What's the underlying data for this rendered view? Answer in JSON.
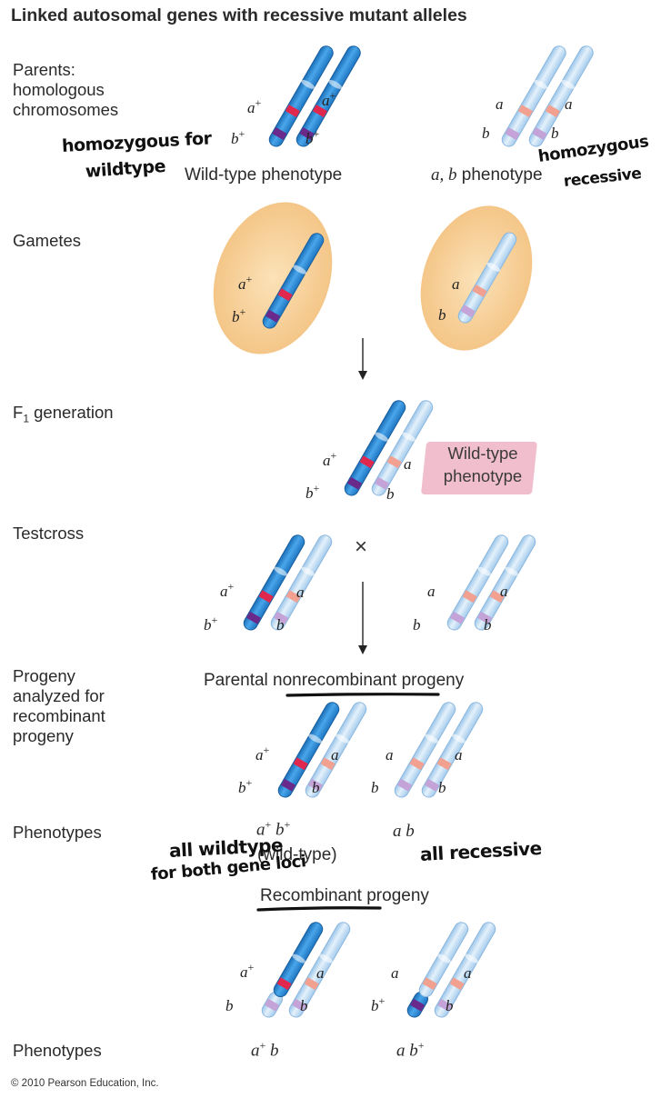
{
  "title": "Linked autosomal genes with recessive mutant alleles",
  "rows": {
    "parents": "Parents:\nhomologous\nchromosomes",
    "gametes": "Gametes",
    "f1": "F",
    "f1_sub": "1",
    "f1_rest": " generation",
    "testcross": "Testcross",
    "progeny": "Progeny\nanalyzed for\nrecombinant\nprogeny",
    "phenotypes1": "Phenotypes",
    "phenotypes2": "Phenotypes"
  },
  "captions": {
    "wild_type_phenotype": "Wild-type phenotype",
    "ab_phenotype_italic": "a, b",
    "ab_phenotype_rest": " phenotype",
    "f1_highlight": "Wild-type\nphenotype",
    "cross_symbol": "×",
    "parental_progeny_pre": "Parental ",
    "parental_progeny_mid": "nonrecombinant",
    "parental_progeny_post": " progeny",
    "recombinant_progeny_mid": "Recombinant",
    "recombinant_progeny_post": " progeny",
    "wild_type_paren": "(wild-type)"
  },
  "alleles": {
    "a_plus": "a",
    "b_plus": "b",
    "plus": "+",
    "a": "a",
    "b": "b"
  },
  "phenotype_labels": {
    "parental_1_a": "a",
    "parental_1_b": "b",
    "parental_2": "a b",
    "recomb_1_a": "a",
    "recomb_1_b": "b",
    "recomb_2_a": "a b"
  },
  "handwriting": {
    "homozygous_for": "homozygous for",
    "wildtype": "wildtype",
    "homozygous": "homozygous",
    "recessive": "recessive",
    "all_wildtype": "all wildtype",
    "for_both_gene_loci": "for both gene loci",
    "all_recessive": "all recessive"
  },
  "copyright": "© 2010 Pearson Education, Inc.",
  "colors": {
    "dark_chromosome": "#2f8ed8",
    "light_chromosome": "#bcd9f2",
    "red_band": "#e0284f",
    "purple_band": "#6a2a8c",
    "pale_red_band": "#f2a090",
    "pale_purple_band": "#c4a4d8",
    "gamete_oval": "#f7c98a",
    "highlight": "#f0b7c8"
  }
}
